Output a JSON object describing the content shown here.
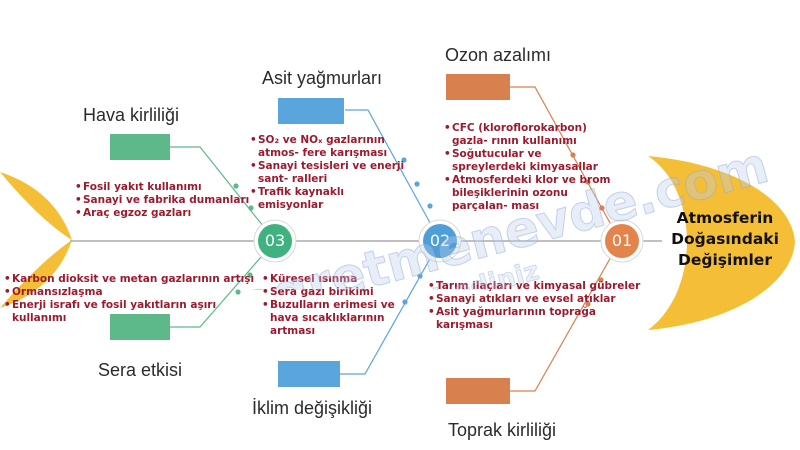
{
  "head": {
    "title_lines": [
      "Atmosferin",
      "Doğasındaki",
      "Değişimler"
    ]
  },
  "colors": {
    "green": "#5db98a",
    "blue": "#5aa6dc",
    "orange": "#d9804f",
    "wing": "#f4be36",
    "spine": "#9a9a9a",
    "bullet_text": "#9c1a2e",
    "node_1": "#e4844d",
    "node_2": "#4e9fd8",
    "node_3": "#3fb27f"
  },
  "nodes": {
    "n1": "01",
    "n2": "02",
    "n3": "03"
  },
  "categories": {
    "hava": {
      "title": "Hava kirliliği",
      "items": [
        "Fosil yakıt kullanımı",
        "Sanayi ve fabrika dumanları",
        "Araç egzoz gazları"
      ]
    },
    "asit": {
      "title": "Asit yağmurları",
      "items": [
        "SO₂ ve NOₓ gazlarının atmos- fere karışması",
        "Sanayi tesisleri ve enerji sant- ralleri",
        "Trafik kaynaklı emisyonlar"
      ]
    },
    "ozon": {
      "title": "Ozon azalımı",
      "items": [
        "CFC (kloroflorokarbon) gazla- rının kullanımı",
        "Soğutucular ve spreylerdeki kimyasallar",
        "Atmosferdeki klor ve brom bileşiklerinin ozonu parçalan- ması"
      ]
    },
    "sera": {
      "title": "Sera etkisi",
      "items": [
        "Karbon dioksit ve metan gazlarının artışı",
        "Ormansızlaşma",
        "Enerji israfı ve fosil yakıtların aşırı kullanımı"
      ]
    },
    "iklim": {
      "title": "İklim değişikliği",
      "items": [
        "Küresel ısınma",
        "Sera gazı birikimi",
        "Buzulların erimesi ve hava sıcaklıklarının artması"
      ]
    },
    "toprak": {
      "title": "Toprak kirliliği",
      "items": [
        "Tarım ilaçları ve kimyasal gübreler",
        "Sanayi atıkları ve evsel atıklar",
        "Asit yağmurlarının toprağa karışması"
      ]
    }
  },
  "watermark": {
    "line1": "www.ogretmenevde.com",
    "line2": "sitemizi ziyaret ediniz"
  }
}
